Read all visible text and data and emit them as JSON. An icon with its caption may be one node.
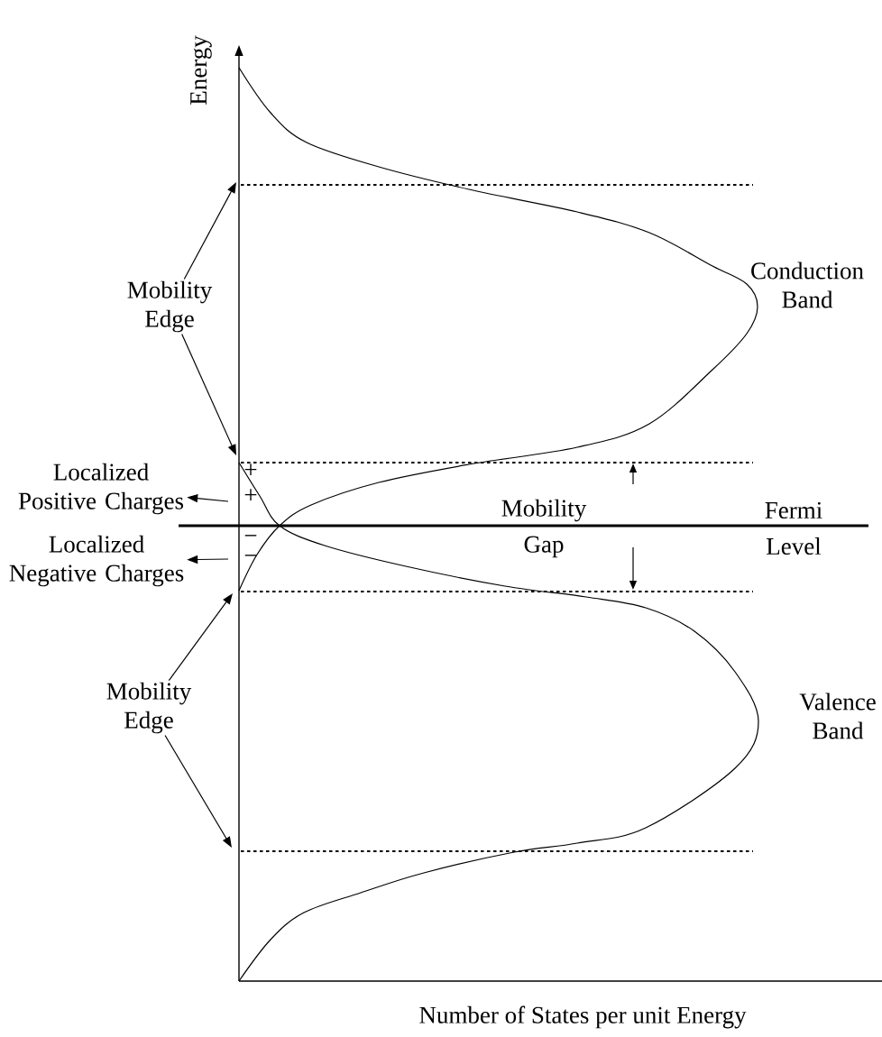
{
  "diagram": {
    "nodes": [
      {
        "text": [
          "Mobility Edge"
        ]
      },
      {
        "text": [
          "Localized Positive Charges"
        ]
      },
      {
        "text": [
          "Localized Negative Charges"
        ]
      },
      {
        "text": [
          "Mobility Edge"
        ]
      }
    ],
    "edges": [
      {
        "from": 0,
        "to": null,
        "arrow": "to"
      },
      {
        "from": 0,
        "to": null,
        "arrow": "to"
      },
      {
        "from": null,
        "to": 1,
        "arrow": "to"
      },
      {
        "from": null,
        "to": 2,
        "arrow": "to"
      },
      {
        "from": 3,
        "to": null,
        "arrow": "to"
      },
      {
        "from": 3,
        "to": null,
        "arrow": "to"
      }
    ],
    "labels": [
      "Energy",
      "Conduction Band",
      "+",
      "+",
      "Mobility Gap",
      "Fermi Level",
      "−",
      "−",
      "Valence Band",
      "Number of States per unit Energy"
    ]
  }
}
